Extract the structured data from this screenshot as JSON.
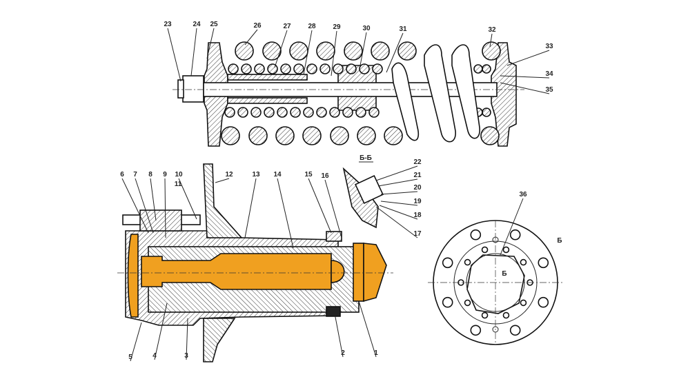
{
  "colors": {
    "piston": "#F0A020",
    "line": "#111111",
    "background": "#FFFFFF"
  },
  "section_title": "Б-Б",
  "section_marks": {
    "outer": "Б",
    "inner": "Б"
  },
  "labels": {
    "l1": "1",
    "l2": "2",
    "l3": "3",
    "l4": "4",
    "l5": "5",
    "l6": "6",
    "l7": "7",
    "l8": "8",
    "l9": "9",
    "l10": "10",
    "l11": "11",
    "l12": "12",
    "l13": "13",
    "l14": "14",
    "l15": "15",
    "l16": "16",
    "l17": "17",
    "l18": "18",
    "l19": "19",
    "l20": "20",
    "l21": "21",
    "l22": "22",
    "l23": "23",
    "l24": "24",
    "l25": "25",
    "l26": "26",
    "l27": "27",
    "l28": "28",
    "l29": "29",
    "l30": "30",
    "l31": "31",
    "l32": "32",
    "l33": "33",
    "l34": "34",
    "l35": "35",
    "l36": "36"
  }
}
